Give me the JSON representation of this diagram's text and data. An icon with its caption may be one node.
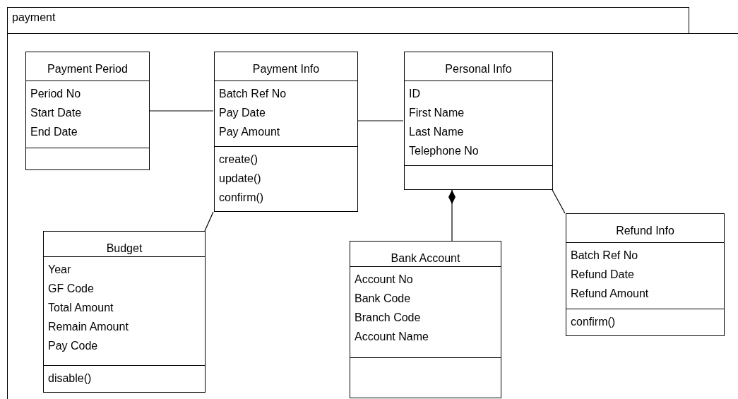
{
  "diagram": {
    "nodes": [
      {
        "text": [
          "payment"
        ]
      },
      {
        "text": [
          "Payment Period",
          "Period No",
          "Start Date",
          "End Date"
        ],
        "in": 0
      },
      {
        "text": [
          "Payment Info",
          "Batch Ref No",
          "Pay Date",
          "Pay Amount",
          "create()",
          "update()",
          "confirm()"
        ],
        "in": 0
      },
      {
        "text": [
          "Personal Info",
          "ID",
          "First Name",
          "Last Name",
          "Telephone No"
        ],
        "in": 0
      },
      {
        "text": [
          "Budget",
          "Year",
          "GF Code",
          "Total Amount",
          "Remain Amount",
          "Pay Code",
          "disable()"
        ],
        "in": 0
      },
      {
        "text": [
          "Bank Account",
          "Account No",
          "Bank Code",
          "Branch Code",
          "Account Name"
        ],
        "in": 0
      },
      {
        "text": [
          "Refund Info",
          "Batch Ref No",
          "Refund Date",
          "Refund Amount",
          "confirm()"
        ],
        "in": 0
      }
    ],
    "edges": [
      {
        "from": 1,
        "to": 2,
        "arrow": "none"
      },
      {
        "from": 2,
        "to": 3,
        "arrow": "none"
      },
      {
        "from": 2,
        "to": 4,
        "arrow": "none"
      },
      {
        "from": 3,
        "to": 5,
        "arrow": "other"
      },
      {
        "from": 3,
        "to": 6,
        "arrow": "none"
      }
    ]
  }
}
